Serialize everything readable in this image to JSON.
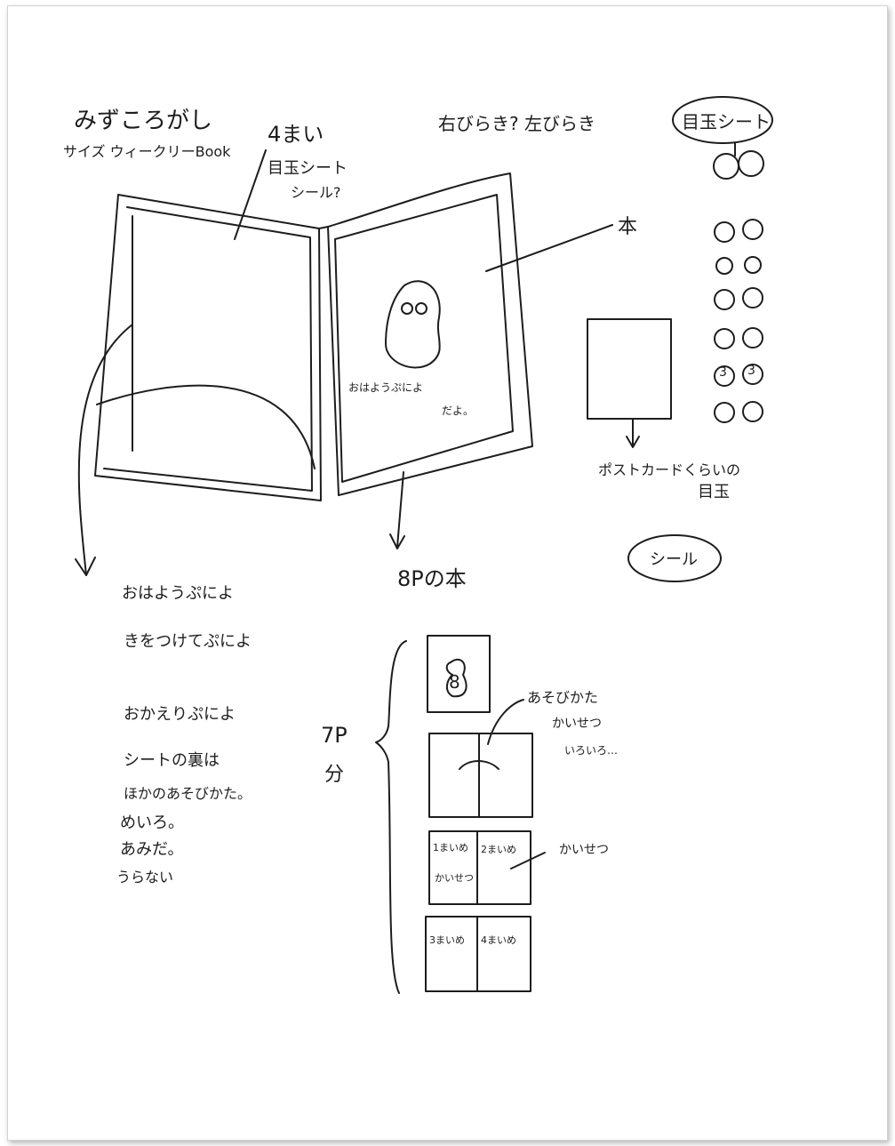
{
  "header": {
    "title": "みずころがし",
    "size_note": "サイズ ウィークリーBook",
    "sheet_count": "4まい",
    "sheet_kind_1": "目玉シート",
    "sheet_kind_2": "シール?",
    "binding": "右びらき? 左びらき"
  },
  "eye_sheet": {
    "label": "目玉シート",
    "postcard_note_1": "ポストカードくらいの",
    "postcard_note_2": "目玉",
    "sticker_label": "シール"
  },
  "book_sketch": {
    "label_book": "本",
    "cover_text_1": "おはようぷによ",
    "cover_text_2": "だよ。",
    "pages_label": "8Pの本"
  },
  "story_titles": [
    "おはようぷによ",
    "きをつけてぷによ",
    "おかえりぷによ"
  ],
  "notes": {
    "back_1": "シートの裏は",
    "back_2": "ほかのあそびかた。",
    "list": [
      "めいろ。",
      "あみだ。",
      "うらない"
    ]
  },
  "pages_plan": {
    "side_label_1": "7P",
    "side_label_2": "分",
    "play_1": "あそびかた",
    "play_2": "かいせつ",
    "play_3": "いろいろ…",
    "explain": "かいせつ",
    "page1_1": "1まいめ",
    "page1_2": "かいせつ",
    "page2": "2まいめ",
    "page3": "3まいめ",
    "page4": "4まいめ",
    "thumb_digit": "8"
  },
  "eye_variants": [
    "3",
    "3"
  ]
}
